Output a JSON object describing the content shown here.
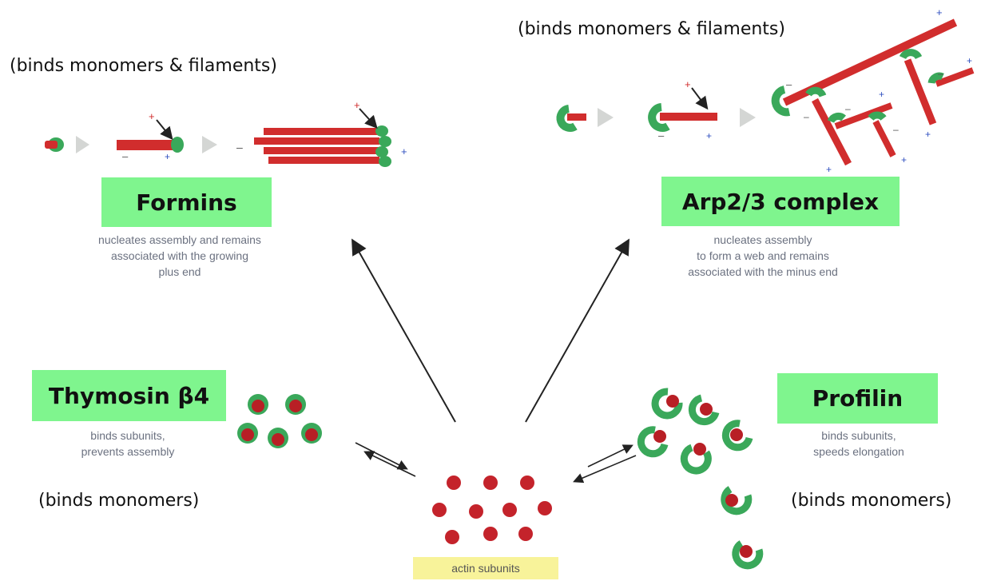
{
  "notes": {
    "formins_binding": "(binds monomers & filaments)",
    "arp_binding": "(binds monomers & filaments)",
    "thymosin_binding": "(binds monomers)",
    "profilin_binding": "(binds monomers)"
  },
  "labels": {
    "formins": "Formins",
    "arp": "Arp2/3 complex",
    "thymosin": "Thymosin β4",
    "profilin": "Profilin",
    "actin": "actin subunits"
  },
  "descriptions": {
    "formins": [
      "nucleates assembly and remains",
      "associated with the growing",
      "plus end"
    ],
    "arp": [
      "nucleates assembly",
      "to form a web and remains",
      "associated with the minus end"
    ],
    "thymosin": [
      "binds subunits,",
      "prevents assembly"
    ],
    "profilin": [
      "binds subunits,",
      "speeds elongation"
    ]
  },
  "colors": {
    "label_box": "#7ff58e",
    "actin_label_box": "#f8f39a",
    "actin_red": "#d12d2d",
    "protein_green": "#3aa85a",
    "arrow": "#222222"
  }
}
